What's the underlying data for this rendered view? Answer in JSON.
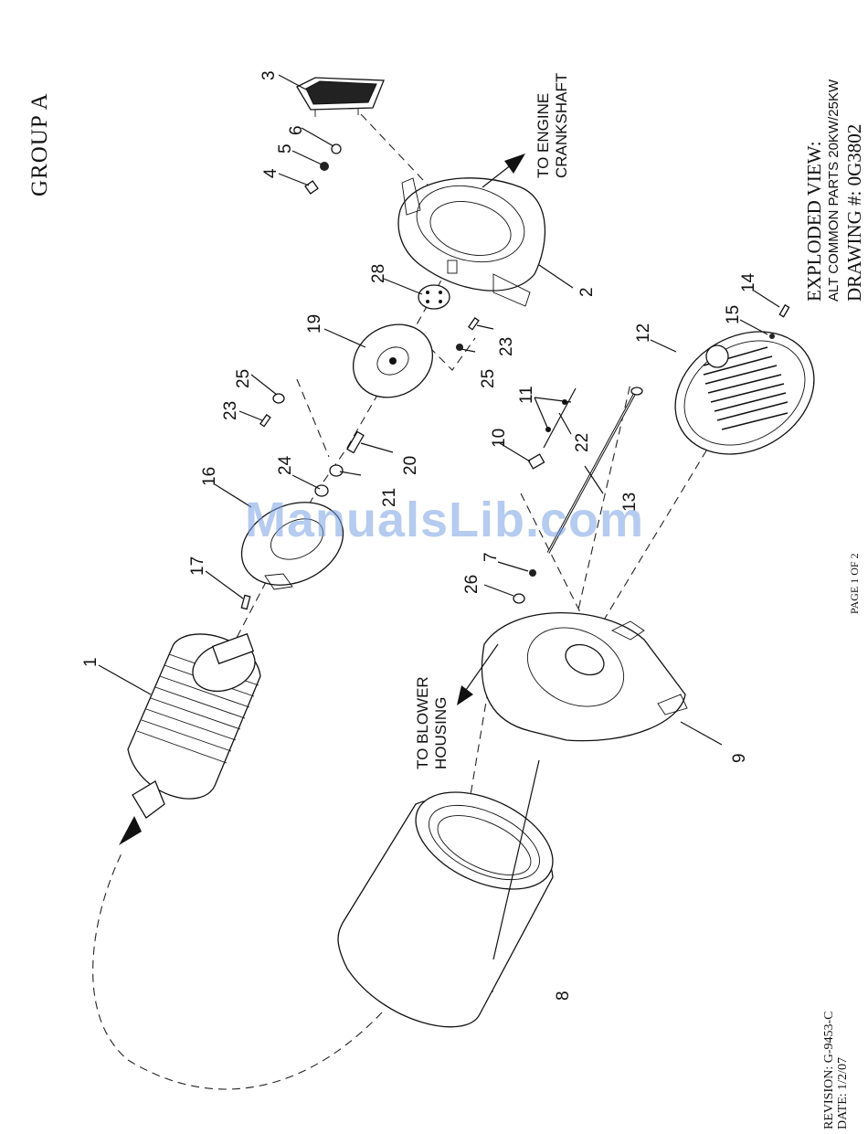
{
  "header": {
    "group": "GROUP  A",
    "view_title": "EXPLODED VIEW:",
    "view_subtitle": "ALT COMMON PARTS 20KW/25KW",
    "drawing_number": "DRAWING #: 0G3802"
  },
  "footer": {
    "page": "PAGE 1 OF 2",
    "revision": "REVISION:  G-9453-C",
    "date": "DATE:  1/2/07"
  },
  "notes": {
    "engine_line1": "TO ENGINE",
    "engine_line2": "CRANKSHAFT",
    "blower_line1": "TO BLOWER",
    "blower_line2": "HOUSING"
  },
  "watermark": "ManualsLib.com",
  "callouts": {
    "c1": "1",
    "c2": "2",
    "c3": "3",
    "c4": "4",
    "c5": "5",
    "c6": "6",
    "c7": "7",
    "c8": "8",
    "c9": "9",
    "c10": "10",
    "c11": "11",
    "c12": "12",
    "c13": "13",
    "c14": "14",
    "c15": "15",
    "c16": "16",
    "c17": "17",
    "c19": "19",
    "c20": "20",
    "c21": "21",
    "c22": "22",
    "c23a": "23",
    "c23b": "23",
    "c24": "24",
    "c25a": "25",
    "c25b": "25",
    "c26": "26",
    "c28": "28"
  }
}
